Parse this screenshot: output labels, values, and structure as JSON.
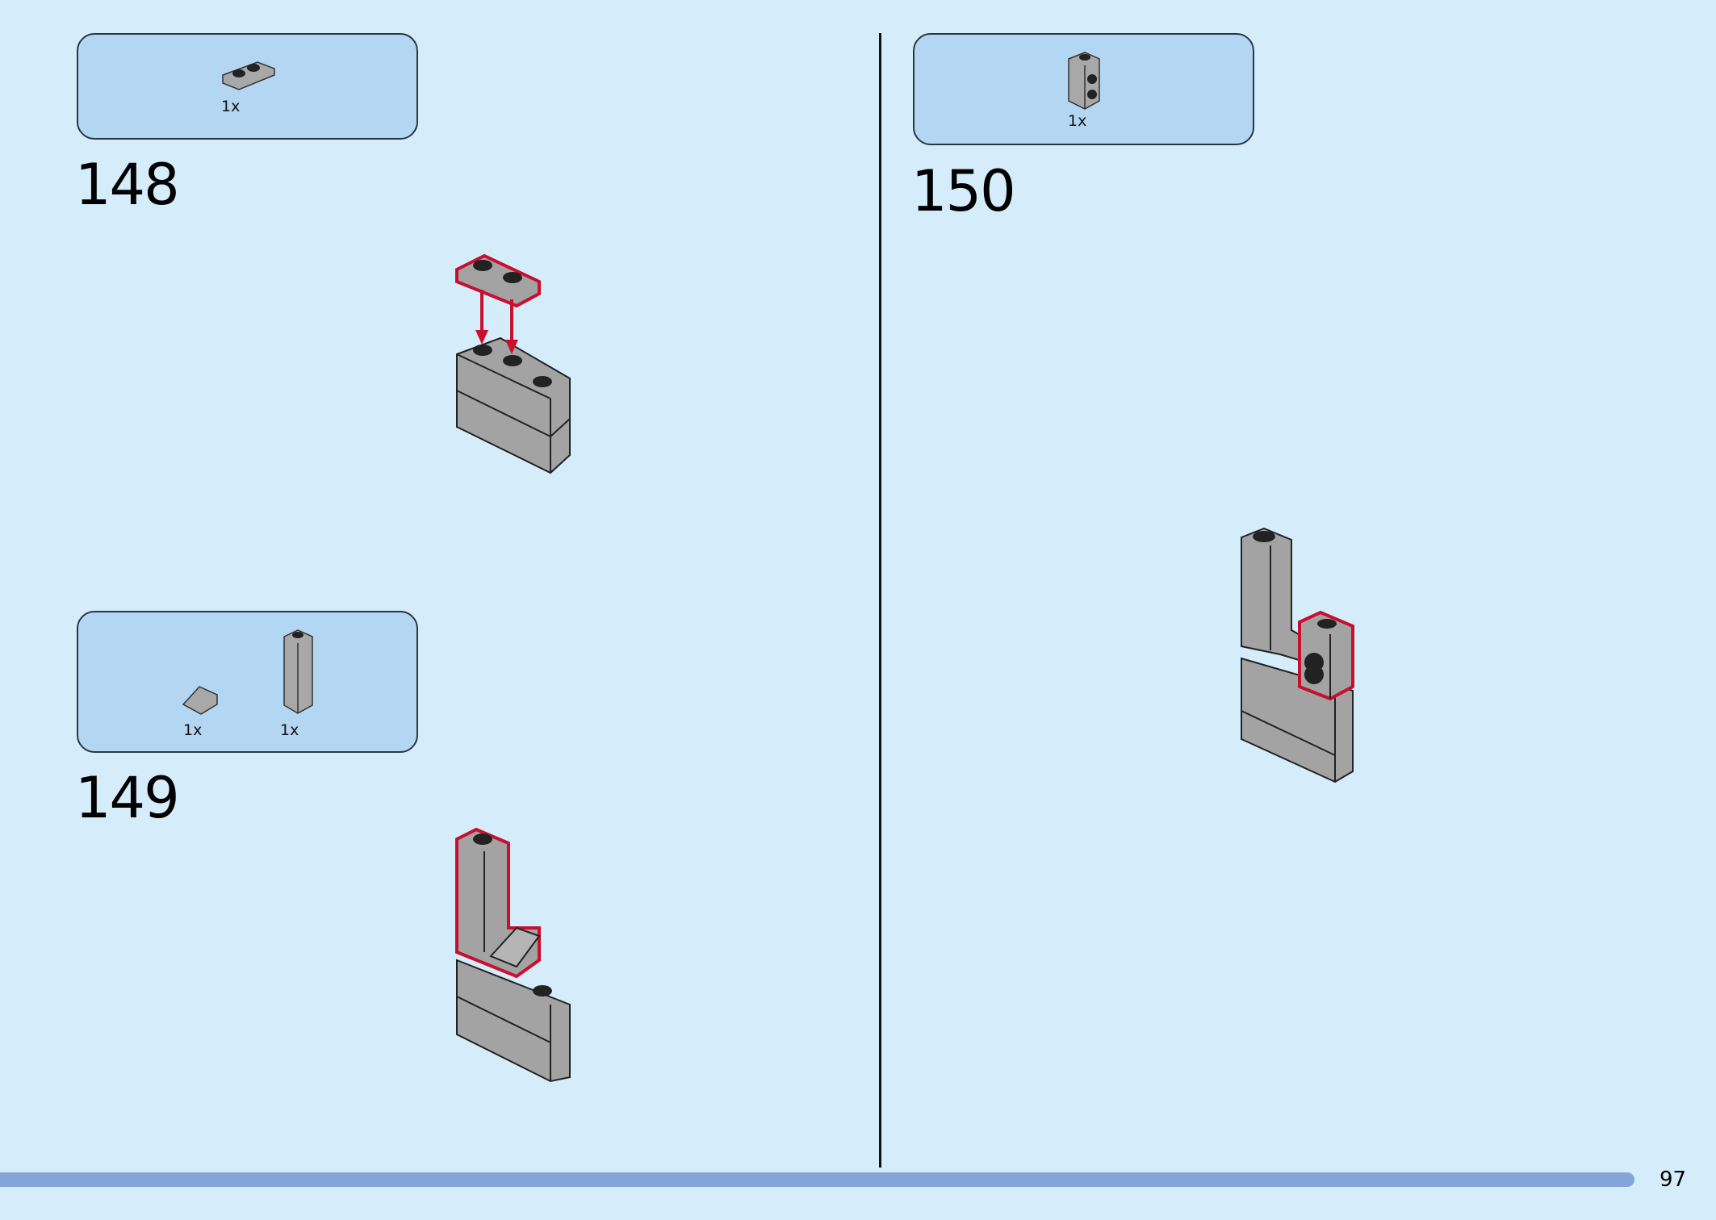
{
  "steps": [
    {
      "number": "148",
      "parts": [
        {
          "icon": "plate-1x2-icon",
          "qty": "1x"
        }
      ]
    },
    {
      "number": "149",
      "parts": [
        {
          "icon": "slope-brick-icon",
          "qty": "1x"
        },
        {
          "icon": "brick-1x1x3-icon",
          "qty": "1x"
        }
      ]
    },
    {
      "number": "150",
      "parts": [
        {
          "icon": "brick-1x1-studs-side-icon",
          "qty": "1x"
        }
      ]
    }
  ],
  "page_number": "97",
  "colors": {
    "background": "#d5ecfb",
    "parts_box": "#b3d7f3",
    "highlight": "#c8102e",
    "brick": "#a3a3a3",
    "bar": "#84a5d9"
  }
}
